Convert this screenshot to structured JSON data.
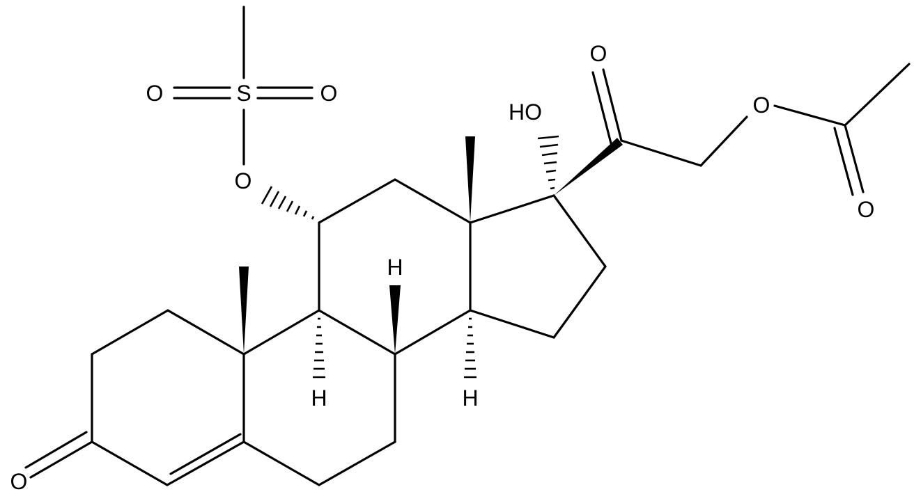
{
  "molecule": {
    "labels": {
      "methanesulfonyl_o_left": "O",
      "methanesulfonyl_s": "S",
      "methanesulfonyl_o_right": "O",
      "ester_o_c11": "O",
      "hydroxyl_c17": "HO",
      "ketone_o_c20": "O",
      "ester_o_c21": "O",
      "acetyl_carbonyl_o": "O",
      "ketone_o_c3": "O",
      "hydrogen_c8": "H",
      "hydrogen_c9": "H",
      "hydrogen_c14": "H"
    },
    "colors": {
      "bonds": "#000000",
      "background": "#ffffff"
    }
  }
}
